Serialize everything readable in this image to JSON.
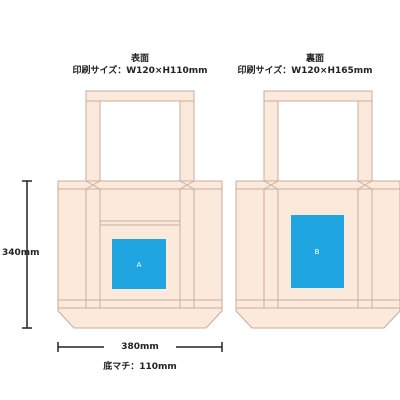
{
  "front": {
    "title": "表面",
    "print_size": "印刷サイズ：W120×H110mm",
    "area_label": "A"
  },
  "back": {
    "title": "裏面",
    "print_size": "印刷サイズ：W120×H165mm",
    "area_label": "B"
  },
  "dimensions": {
    "height": "340mm",
    "width": "380mm",
    "gusset": "底マチ：110mm"
  },
  "colors": {
    "bag_fill": "#fbe9dc",
    "bag_stroke": "#c9ad9a",
    "print_area": "#1fa6e0",
    "dimension_line": "#222222"
  }
}
